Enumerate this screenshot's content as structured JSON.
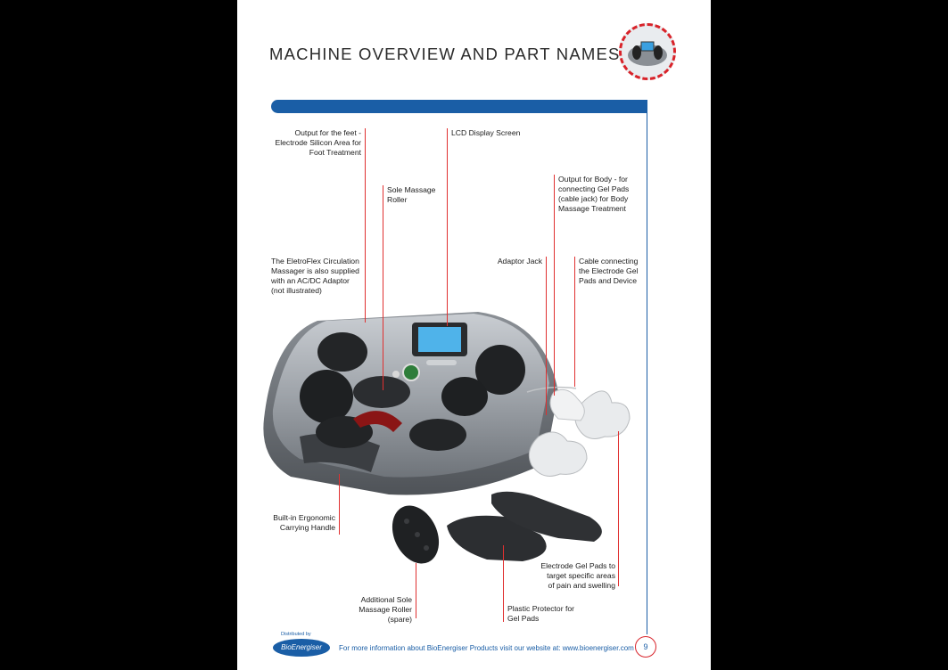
{
  "page": {
    "title": "MACHINE OVERVIEW AND PART NAMES",
    "page_number": "9",
    "footer_text": "For more information about BioEnergiser Products visit our website at: www.bioenergiser.com",
    "distributed_by": "Distributed by",
    "logo_text": "BioEnergiser"
  },
  "labels": {
    "output_feet": "Output for the feet - Electrode Silicon Area for Foot Treatment",
    "lcd": "LCD Display Screen",
    "sole_roller": "Sole Massage Roller",
    "output_body": "Output for Body - for connecting Gel Pads (cable jack) for Body Massage Treatment",
    "adaptor_note": "The EletroFlex Circulation Massager is also supplied with an AC/DC Adaptor (not illustrated)",
    "adaptor_jack": "Adaptor Jack",
    "cable": "Cable connecting the Electrode Gel Pads and Device",
    "handle": "Built-in Ergonomic Carrying Handle",
    "gel_pads": "Electrode Gel Pads to target specific areas of pain and swelling",
    "spare_roller": "Additional Sole Massage Roller (spare)",
    "protector": "Plastic Protector for Gel Pads"
  },
  "colors": {
    "accent_blue": "#1a5ea6",
    "accent_red": "#d8232a"
  }
}
